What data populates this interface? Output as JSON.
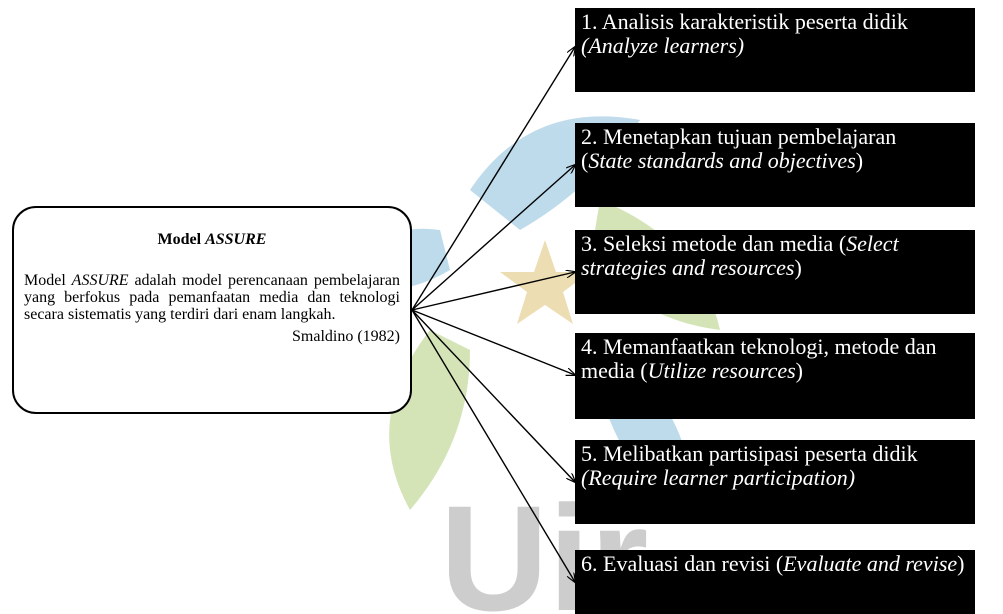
{
  "model": {
    "title_prefix": "Model ",
    "title_italic": "ASSURE",
    "desc_start": "Model ",
    "desc_italic": "ASSURE",
    "desc_rest": " adalah model perencanaan pembelajaran yang berfokus pada pemanfaatan media dan teknologi secara sistematis yang terdiri dari enam langkah.",
    "citation": "Smaldino (1982)"
  },
  "steps": [
    {
      "label": "1. Analisis karakteristik peserta didik",
      "english": "(Analyze learners)"
    },
    {
      "label": "2. Menetapkan tujuan pembelajaran",
      "open": "(",
      "english": "State standards and objectives",
      "close": ")"
    },
    {
      "label": "3. Seleksi metode dan media (",
      "english": "Select strategies and resources",
      "close": ")"
    },
    {
      "label": "4. Memanfaatkan teknologi, metode dan media (",
      "english": "Utilize resources",
      "close": ")"
    },
    {
      "label": "5. Melibatkan partisipasi peserta didik",
      "english": "(Require learner participation)"
    },
    {
      "label": "6. Evaluasi dan revisi (",
      "english": "Evaluate and revise",
      "close": ")"
    }
  ],
  "colors": {
    "step_background": "#000000",
    "step_text": "#ffffff",
    "watermark_blue": "#a9cfe6",
    "watermark_green": "#c6dca0",
    "watermark_gold": "#e6d29a",
    "watermark_gray": "#bdbdbd"
  },
  "icons": {
    "watermark": "uin-logo-watermark"
  }
}
